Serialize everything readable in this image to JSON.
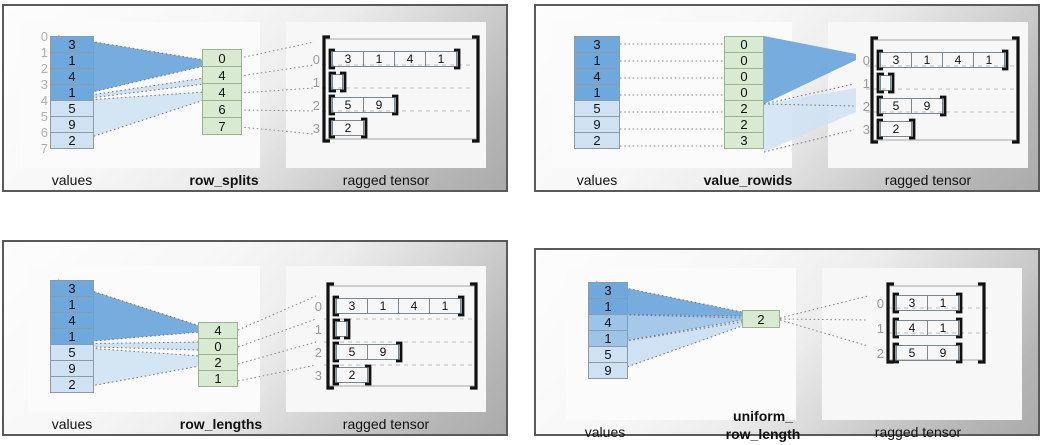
{
  "figure": {
    "title": "",
    "common_labels": {
      "values": "values",
      "ragged_tensor": "ragged tensor"
    }
  },
  "colors": {
    "blue_dark": "#6fa8dc",
    "blue_mid": "#9cc3e8",
    "blue_light": "#cfe2f3",
    "green": "#d9ead3",
    "panel_border": "#5a5a5a",
    "index_gray": "#b0b0b0",
    "bracket_black": "#111111",
    "leader_gray": "#8a8a8a"
  },
  "panels": [
    {
      "id": "row-splits",
      "encoding_label": "row_splits",
      "values_label": "values",
      "ragged_label": "ragged tensor",
      "values": [
        3,
        1,
        4,
        1,
        5,
        9,
        2
      ],
      "value_shades": [
        "blue_dark",
        "blue_dark",
        "blue_dark",
        "blue_dark",
        "blue_light",
        "blue_light",
        "blue_light"
      ],
      "boundary_indices": [
        0,
        1,
        2,
        3,
        4,
        5,
        6,
        7
      ],
      "encoding_values": [
        0,
        4,
        4,
        6,
        7
      ],
      "ragged_rows": [
        {
          "index": 0,
          "cells": [
            3,
            1,
            4,
            1
          ],
          "shade": "blue_dark"
        },
        {
          "index": 1,
          "cells": [],
          "shade": "blue_light"
        },
        {
          "index": 2,
          "cells": [
            5,
            9
          ],
          "shade": "blue_light"
        },
        {
          "index": 3,
          "cells": [
            2
          ],
          "shade": "blue_light"
        }
      ]
    },
    {
      "id": "value-rowids",
      "encoding_label": "value_rowids",
      "values_label": "values",
      "ragged_label": "ragged tensor",
      "values": [
        3,
        1,
        4,
        1,
        5,
        9,
        2
      ],
      "value_shades": [
        "blue_dark",
        "blue_dark",
        "blue_dark",
        "blue_dark",
        "blue_light",
        "blue_light",
        "blue_light"
      ],
      "encoding_values": [
        0,
        0,
        0,
        0,
        2,
        2,
        3
      ],
      "ragged_rows": [
        {
          "index": 0,
          "cells": [
            3,
            1,
            4,
            1
          ],
          "shade": "blue_dark"
        },
        {
          "index": 1,
          "cells": [],
          "shade": "blue_light"
        },
        {
          "index": 2,
          "cells": [
            5,
            9
          ],
          "shade": "blue_light"
        },
        {
          "index": 3,
          "cells": [
            2
          ],
          "shade": "blue_light"
        }
      ]
    },
    {
      "id": "row-lengths",
      "encoding_label": "row_lengths",
      "values_label": "values",
      "ragged_label": "ragged tensor",
      "values": [
        3,
        1,
        4,
        1,
        5,
        9,
        2
      ],
      "value_shades": [
        "blue_dark",
        "blue_dark",
        "blue_dark",
        "blue_dark",
        "blue_light",
        "blue_light",
        "blue_light"
      ],
      "encoding_values": [
        4,
        0,
        2,
        1
      ],
      "ragged_rows": [
        {
          "index": 0,
          "cells": [
            3,
            1,
            4,
            1
          ],
          "shade": "blue_dark"
        },
        {
          "index": 1,
          "cells": [],
          "shade": "blue_light"
        },
        {
          "index": 2,
          "cells": [
            5,
            9
          ],
          "shade": "blue_light"
        },
        {
          "index": 3,
          "cells": [
            2
          ],
          "shade": "blue_light"
        }
      ]
    },
    {
      "id": "uniform-row-length",
      "encoding_label": "uniform_\nrow_length",
      "encoding_label_line1": "uniform_",
      "encoding_label_line2": "row_length",
      "values_label": "values",
      "ragged_label": "ragged tensor",
      "values": [
        3,
        1,
        4,
        1,
        5,
        9
      ],
      "value_shades": [
        "blue_dark",
        "blue_dark",
        "blue_mid",
        "blue_mid",
        "blue_light",
        "blue_light"
      ],
      "encoding_values": [
        2
      ],
      "ragged_rows": [
        {
          "index": 0,
          "cells": [
            3,
            1
          ],
          "shade": "blue_dark"
        },
        {
          "index": 1,
          "cells": [
            4,
            1
          ],
          "shade": "blue_mid"
        },
        {
          "index": 2,
          "cells": [
            5,
            9
          ],
          "shade": "blue_light"
        }
      ]
    }
  ]
}
